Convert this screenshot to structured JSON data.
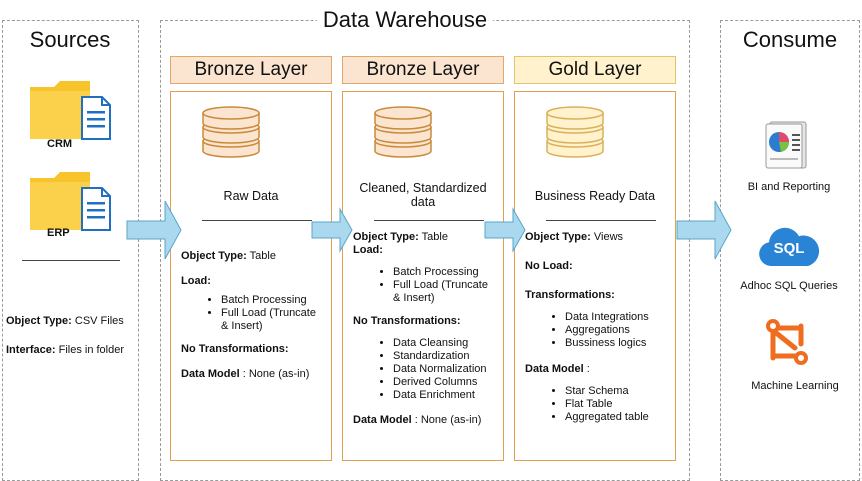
{
  "sources": {
    "title": "Sources",
    "items": [
      {
        "label": "CRM",
        "icon": "folder-document-icon"
      },
      {
        "label": "ERP",
        "icon": "folder-document-icon"
      }
    ],
    "object_type_label": "Object Type:",
    "object_type_value": "CSV Files",
    "interface_label": "Interface:",
    "interface_value": "Files in folder"
  },
  "warehouse": {
    "title": "Data Warehouse",
    "layers": [
      {
        "name": "Bronze Layer",
        "description": "Raw Data",
        "object_type_label": "Object Type:",
        "object_type_value": "Table",
        "load_label": "Load:",
        "load_items": [
          "Batch Processing",
          "Full Load (Truncate & Insert)"
        ],
        "transform_label": "No Transformations:",
        "model_label": "Data Model",
        "model_value": ": None (as-in)"
      },
      {
        "name": "Bronze Layer",
        "description": "Cleaned, Standardized data",
        "object_type_label": "Object Type:",
        "object_type_value": "Table",
        "load_label": "Load:",
        "load_items": [
          "Batch Processing",
          "Full Load (Truncate & Insert)"
        ],
        "transform_label": "No Transformations:",
        "transform_items": [
          "Data Cleansing",
          "Standardization",
          "Data Normalization",
          "Derived Columns",
          "Data Enrichment"
        ],
        "model_label": "Data Model",
        "model_value": ": None (as-in)"
      },
      {
        "name": "Gold Layer",
        "description": "Business Ready Data",
        "object_type_label": "Object Type:",
        "object_type_value": "Views",
        "load_label": "No Load:",
        "transform_label": "Transformations:",
        "transform_items": [
          "Data Integrations",
          "Aggregations",
          "Bussiness logics"
        ],
        "model_label": "Data Model",
        "model_value": ":",
        "model_items": [
          "Star Schema",
          "Flat Table",
          "Aggregated table"
        ]
      }
    ]
  },
  "consume": {
    "title": "Consume",
    "items": [
      {
        "label": "BI and Reporting",
        "icon": "report-chart-icon"
      },
      {
        "label": "Adhoc SQL Queries",
        "icon": "sql-cloud-icon",
        "badge": "SQL"
      },
      {
        "label": "Machine Learning",
        "icon": "machine-learning-icon"
      }
    ]
  },
  "colors": {
    "bronze_fill": "#fbe5d0",
    "gold_fill": "#fff2cc",
    "arrow_fill": "#a9d8ef",
    "folder": "#f7c52b",
    "ml_orange": "#f06d1f",
    "sql_blue": "#2a84d6"
  }
}
